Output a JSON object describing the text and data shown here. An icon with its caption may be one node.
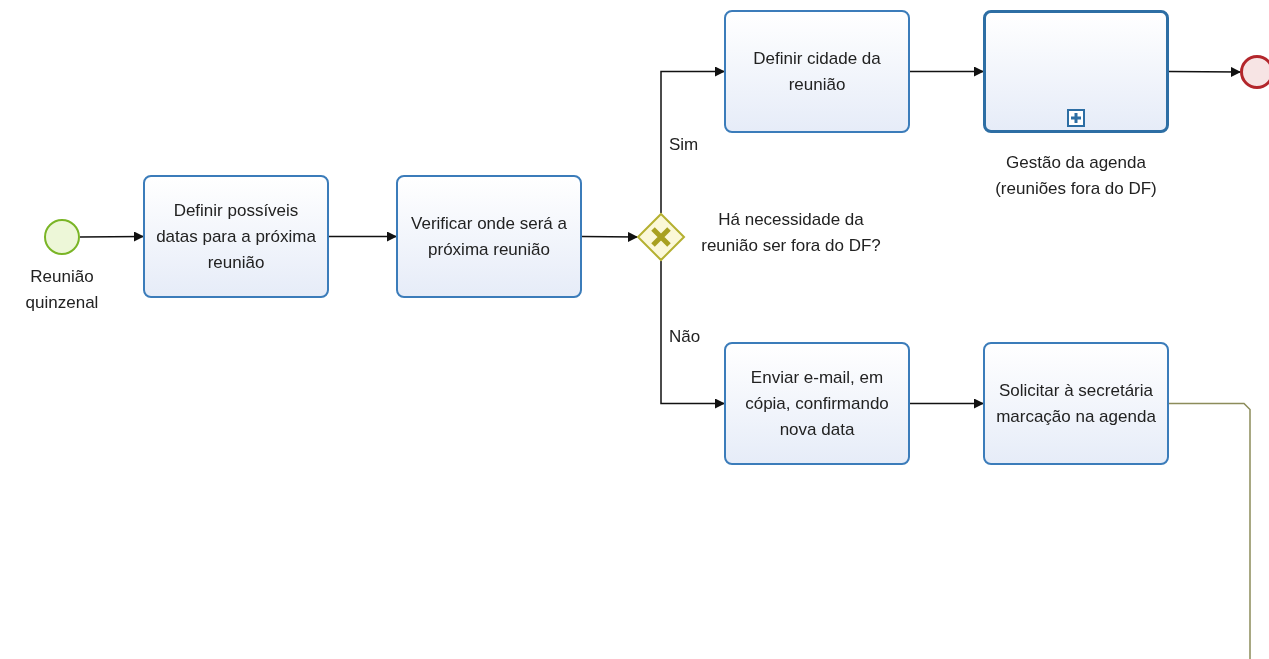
{
  "diagram": {
    "nodes": [
      {
        "text": [],
        "shape": "circle",
        "beside": [
          "Reunião quinzenal"
        ]
      },
      {
        "text": [
          "Definir possíveis datas para a próxima reunião"
        ]
      },
      {
        "text": [
          "Verificar onde será a próxima reunião"
        ]
      },
      {
        "text": [],
        "shape": "diamond",
        "beside": [
          "Há necessidade da reunião ser fora do DF?"
        ]
      },
      {
        "text": [
          "Definir cidade da reunião"
        ]
      },
      {
        "text": [
          "Gestão da agenda (reuniões fora do DF)"
        ]
      },
      {
        "text": [],
        "shape": "circle"
      },
      {
        "text": [
          "Enviar e-mail, em cópia, confirmando nova data"
        ]
      },
      {
        "text": [
          "Solicitar à secretária marcação na agenda"
        ]
      }
    ],
    "edges": [
      {
        "from": 0,
        "to": 1,
        "arrow": "to"
      },
      {
        "from": 1,
        "to": 2,
        "arrow": "to"
      },
      {
        "from": 2,
        "to": 3,
        "arrow": "to"
      },
      {
        "from": 3,
        "to": 4,
        "arrow": "to",
        "label": "Sim"
      },
      {
        "from": 4,
        "to": 5,
        "arrow": "to"
      },
      {
        "from": 5,
        "to": 6,
        "arrow": "to"
      },
      {
        "from": 3,
        "to": 7,
        "arrow": "to",
        "label": "Não"
      },
      {
        "from": 7,
        "to": 8,
        "arrow": "to"
      },
      {
        "from": 8,
        "to": null,
        "arrow": "none",
        "color": "#8c8c5a"
      }
    ]
  }
}
